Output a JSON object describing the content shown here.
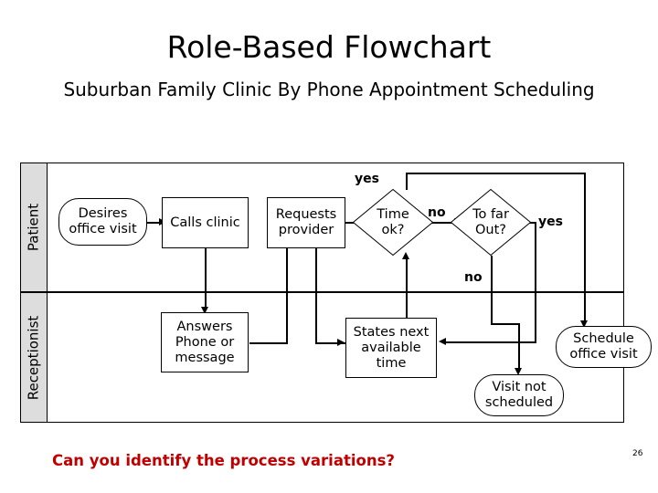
{
  "slide": {
    "title": "Role-Based Flowchart",
    "subtitle": "Suburban Family Clinic By Phone Appointment Scheduling",
    "footer_question": "Can you identify the process variations?",
    "page_number": "26",
    "accent_color": "#c00000",
    "lane_header_fill": "#dddddd",
    "line_color": "#000000"
  },
  "lanes": [
    {
      "id": "patient",
      "label": "Patient"
    },
    {
      "id": "receptionist",
      "label": "Receptionist"
    }
  ],
  "nodes": [
    {
      "id": "desires",
      "lane": "patient",
      "shape": "rounded",
      "label": "Desires\noffice visit",
      "line1": "Desires",
      "line2": "office visit"
    },
    {
      "id": "calls",
      "lane": "patient",
      "shape": "rectangle",
      "label": "Calls clinic",
      "line1": "Calls clinic"
    },
    {
      "id": "requests",
      "lane": "patient",
      "shape": "rectangle",
      "label": "Requests\nprovider",
      "line1": "Requests",
      "line2": "provider"
    },
    {
      "id": "time_ok",
      "lane": "patient",
      "shape": "diamond",
      "label": "Time\nok?",
      "line1": "Time",
      "line2": "ok?"
    },
    {
      "id": "too_far_out",
      "lane": "patient",
      "shape": "diamond",
      "label": "To far\nOut?",
      "line1": "To far",
      "line2": "Out?"
    },
    {
      "id": "answers_phone",
      "lane": "receptionist",
      "shape": "rectangle",
      "label": "Answers\nPhone or\nmessage",
      "line1": "Answers",
      "line2": "Phone or",
      "line3": "message"
    },
    {
      "id": "states_time",
      "lane": "receptionist",
      "shape": "rectangle",
      "label": "States next\navailable\ntime",
      "line1": "States next",
      "line2": "available",
      "line3": "time"
    },
    {
      "id": "schedule_visit",
      "lane": "receptionist",
      "shape": "rounded",
      "label": "Schedule\noffice visit",
      "line1": "Schedule",
      "line2": "office visit"
    },
    {
      "id": "not_scheduled",
      "lane": "receptionist",
      "shape": "rounded",
      "label": "Visit not\nscheduled",
      "line1": "Visit not",
      "line2": "scheduled"
    }
  ],
  "branch_labels": {
    "time_ok_yes": "yes",
    "time_ok_no": "no",
    "too_far_yes": "yes",
    "too_far_no": "no"
  },
  "edges": [
    {
      "from": "desires",
      "to": "calls",
      "label": ""
    },
    {
      "from": "calls",
      "to": "answers_phone",
      "label": ""
    },
    {
      "from": "answers_phone",
      "to": "requests",
      "label": ""
    },
    {
      "from": "requests",
      "to": "time_ok",
      "label": ""
    },
    {
      "from": "requests",
      "to": "states_time",
      "label": ""
    },
    {
      "from": "time_ok",
      "to": "schedule_visit",
      "label": "yes"
    },
    {
      "from": "time_ok",
      "to": "too_far_out",
      "label": "no"
    },
    {
      "from": "too_far_out",
      "to": "states_time",
      "label": "yes"
    },
    {
      "from": "too_far_out",
      "to": "not_scheduled",
      "label": "no"
    },
    {
      "from": "states_time",
      "to": "time_ok",
      "label": ""
    }
  ]
}
